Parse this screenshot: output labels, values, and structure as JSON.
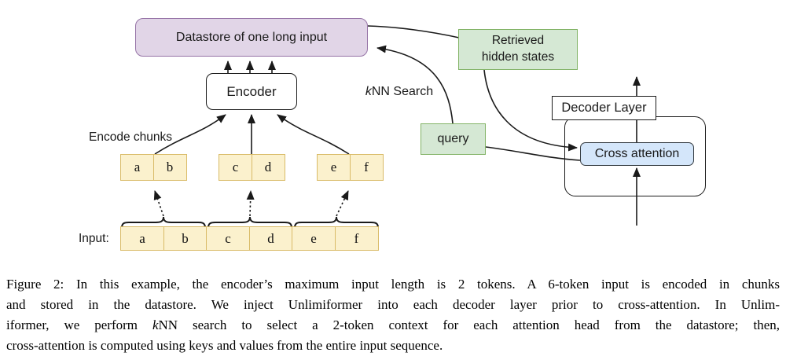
{
  "figure": {
    "datastore_label": "Datastore of one long input",
    "encoder_label": "Encoder",
    "encode_chunks_label": "Encode chunks",
    "knn_search": {
      "k": "k",
      "rest": "NN Search"
    },
    "query_label": "query",
    "retrieved_line1": "Retrieved",
    "retrieved_line2": "hidden states",
    "decoder_layer_label": "Decoder Layer",
    "cross_attention_label": "Cross attention",
    "input_label": "Input:",
    "chunks": [
      [
        "a",
        "b"
      ],
      [
        "c",
        "d"
      ],
      [
        "e",
        "f"
      ]
    ],
    "input_tokens": [
      "a",
      "b",
      "c",
      "d",
      "e",
      "f"
    ],
    "colors": {
      "datastore_fill": "#e1d5e7",
      "datastore_border": "#9673a6",
      "green_fill": "#d5e8d4",
      "green_border": "#82b366",
      "token_fill": "#fbf1cd",
      "token_border": "#d9bb67",
      "cross_attention_fill": "#d4e6fa",
      "line_color": "#1a1a1a"
    }
  },
  "caption": {
    "lines": [
      {
        "text": "Figure 2: In this example, the encoder’s maximum input length is 2 tokens. A 6-token input is encoded in chunks"
      },
      {
        "text": "and stored in the datastore. We inject Unlimiformer into each decoder layer prior to cross-attention. In Unlim-"
      },
      {
        "pre": "iformer, we perform ",
        "k": "k",
        "post": "NN search to select a 2-token context for each attention head from the datastore; then,"
      },
      {
        "text": "cross-attention is computed using keys and values from the entire input sequence."
      }
    ]
  }
}
